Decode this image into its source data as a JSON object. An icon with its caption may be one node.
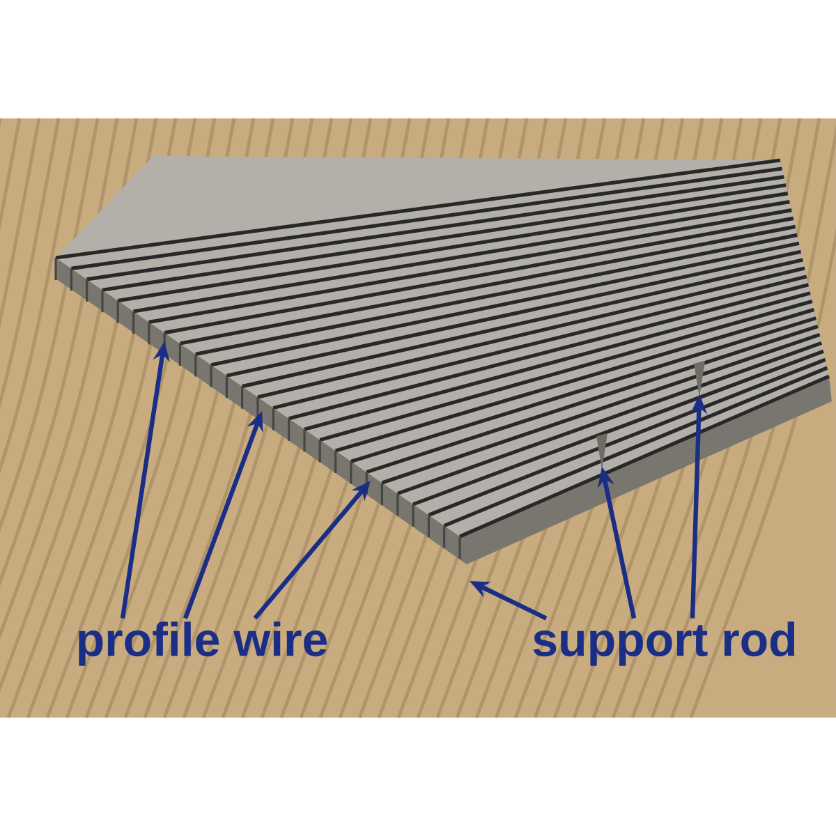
{
  "diagram": {
    "nodes": [
      {
        "text": [
          "profile wire"
        ]
      },
      {
        "text": [
          "support rod"
        ]
      }
    ],
    "edges": [
      {
        "from": 0,
        "to": null,
        "arrow": "to"
      },
      {
        "from": 0,
        "to": null,
        "arrow": "to"
      },
      {
        "from": 0,
        "to": null,
        "arrow": "to"
      },
      {
        "from": 1,
        "to": null,
        "arrow": "to"
      },
      {
        "from": 1,
        "to": null,
        "arrow": "to"
      },
      {
        "from": 1,
        "to": null,
        "arrow": "to"
      }
    ]
  }
}
